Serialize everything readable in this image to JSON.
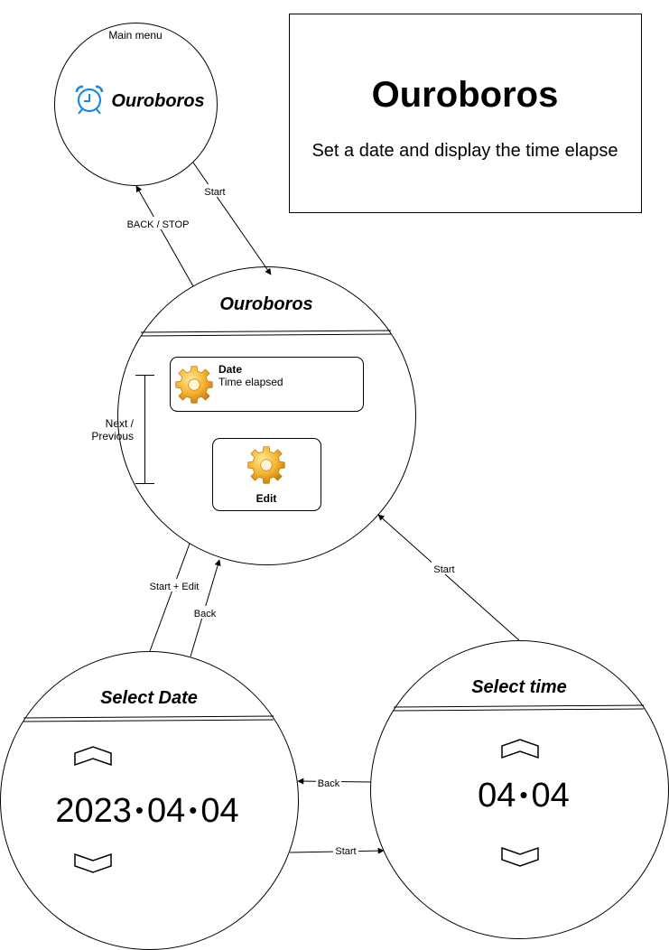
{
  "title_box": {
    "title": "Ouroboros",
    "subtitle": "Set a date and display the time elapse"
  },
  "main_menu": {
    "caption": "Main menu",
    "app_name": "Ouroboros",
    "icon": "alarm-clock-icon"
  },
  "ouroboros_screen": {
    "title": "Ouroboros",
    "card": {
      "icon": "gear-icon",
      "label": "Date",
      "sublabel": "Time elapsed"
    },
    "edit_button": {
      "icon": "gear-icon",
      "label": "Edit"
    },
    "nav_hint": [
      "Next /",
      "Previous"
    ]
  },
  "select_date_screen": {
    "title": "Select Date",
    "year": "2023",
    "month": "04",
    "day": "04",
    "up_icon": "chevron-up-icon",
    "down_icon": "chevron-down-icon"
  },
  "select_time_screen": {
    "title": "Select time",
    "hour": "04",
    "minute": "04",
    "up_icon": "chevron-up-icon",
    "down_icon": "chevron-down-icon"
  },
  "transitions": {
    "start_to_ouroboros": "Start",
    "back_stop_to_menu": "BACK / STOP",
    "start_edit": "Start + Edit",
    "back_to_ouroboros": "Back",
    "time_start_to_ouroboros": "Start",
    "time_back_to_date": "Back",
    "date_start_to_time": "Start"
  },
  "colors": {
    "alarm_icon": "#1e88e5",
    "gear_body": "#f0a020",
    "gear_light": "#ffd35c",
    "stroke": "#000000"
  }
}
